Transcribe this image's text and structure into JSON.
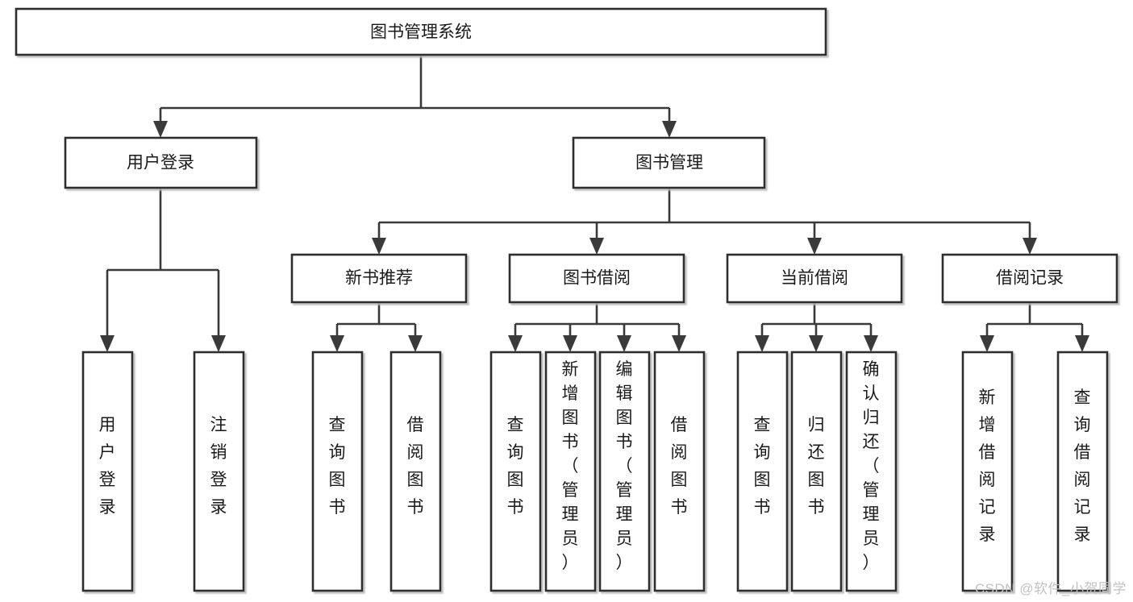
{
  "diagram": {
    "type": "tree-hierarchy",
    "title": "图书管理系统",
    "watermark": "CSDN @软件_小贺同学",
    "colors": {
      "background": "#ffffff",
      "box_fill": "#ffffff",
      "box_stroke": "#2e2e2e",
      "connector": "#3a3a3a",
      "text": "#1a1a1a",
      "watermark": "#c2c2c2"
    },
    "root": {
      "label": "图书管理系统"
    },
    "level2": [
      {
        "label": "用户登录"
      },
      {
        "label": "图书管理"
      }
    ],
    "level3": [
      {
        "label": "新书推荐"
      },
      {
        "label": "图书借阅"
      },
      {
        "label": "当前借阅"
      },
      {
        "label": "借阅记录"
      }
    ],
    "leaves": {
      "user_login": [
        {
          "label": "用户登录"
        },
        {
          "label": "注销登录"
        }
      ],
      "new_book_recommend": [
        {
          "label": "查询图书"
        },
        {
          "label": "借阅图书"
        }
      ],
      "book_borrow": [
        {
          "label": "查询图书"
        },
        {
          "label": "新增图书（管理员）"
        },
        {
          "label": "编辑图书（管理员）"
        },
        {
          "label": "借阅图书"
        }
      ],
      "current_borrow": [
        {
          "label": "查询图书"
        },
        {
          "label": "归还图书"
        },
        {
          "label": "确认归还（管理员）"
        }
      ],
      "borrow_record": [
        {
          "label": "新增借阅记录"
        },
        {
          "label": "查询借阅记录"
        }
      ]
    }
  }
}
